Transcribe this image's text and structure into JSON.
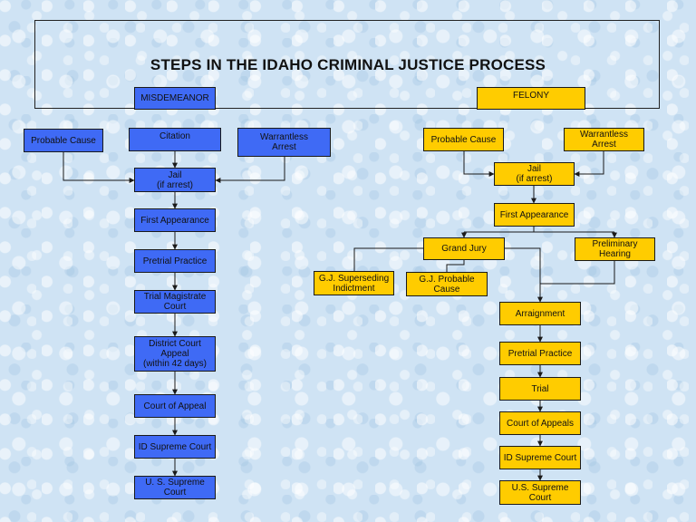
{
  "title": "STEPS IN THE IDAHO CRIMINAL JUSTICE PROCESS",
  "colors": {
    "misdemeanor_fill": "#3f6af5",
    "felony_fill": "#ffcc00",
    "line": "#1a1a1a"
  },
  "misdemeanor": {
    "header": "MISDEMEANOR",
    "probable_cause": "Probable Cause",
    "citation": "Citation",
    "warrantless_arrest": "Warrantless\nArrest",
    "jail": "Jail\n(if arrest)",
    "first_appearance": "First Appearance",
    "pretrial_practice": "Pretrial Practice",
    "trial_magistrate_court": "Trial Magistrate\nCourt",
    "district_court_appeal": "District Court\nAppeal\n(within 42 days)",
    "court_of_appeal": "Court of  Appeal",
    "id_supreme_court": "ID Supreme Court",
    "us_supreme_court": "U. S. Supreme\nCourt"
  },
  "felony": {
    "header": "FELONY",
    "probable_cause": "Probable Cause",
    "warrantless_arrest": "Warrantless\nArrest",
    "jail": "Jail\n(if arrest)",
    "first_appearance": "First Appearance",
    "grand_jury": "Grand Jury",
    "preliminary_hearing": "Preliminary\nHearing",
    "gj_superseding_indictment": "G.J. Superseding\nIndictment",
    "gj_probable_cause": "G.J. Probable\nCause",
    "arraignment": "Arraignment",
    "pretrial_practice": "Pretrial Practice",
    "trial": "Trial",
    "court_of_appeals": "Court of Appeals",
    "id_supreme_court": "ID Supreme Court",
    "us_supreme_court": "U.S. Supreme\nCourt"
  }
}
